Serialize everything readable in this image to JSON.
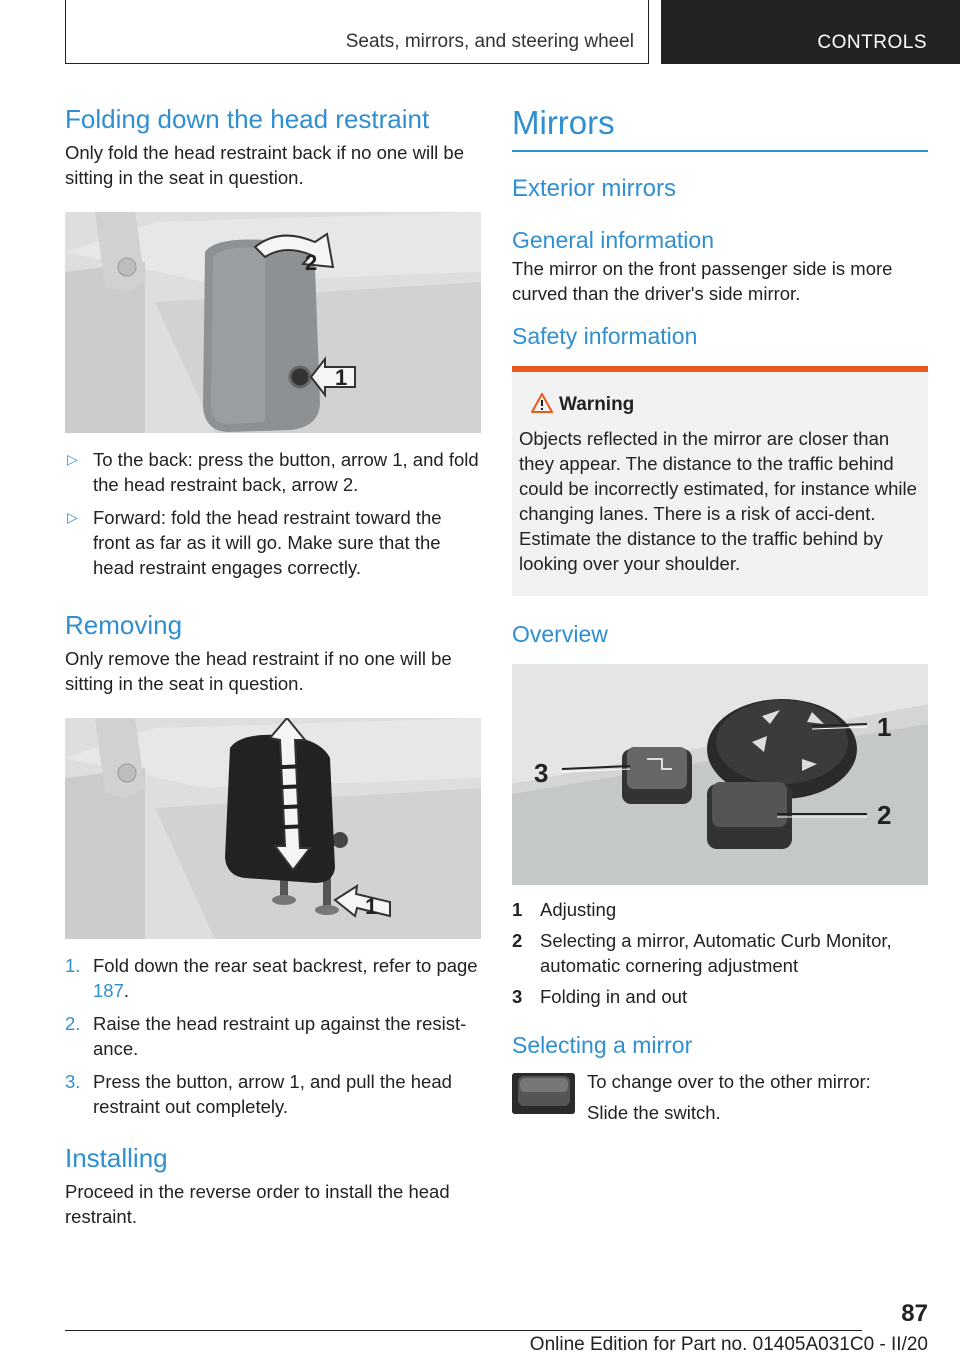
{
  "header": {
    "section": "Seats, mirrors, and steering wheel",
    "chapter": "CONTROLS"
  },
  "left": {
    "fold_heading": "Folding down the head restraint",
    "fold_intro": "Only fold the head restraint back if no one will be sitting in the seat in question.",
    "fold_image_labels": [
      "1",
      "2"
    ],
    "fold_steps": [
      "To the back: press the button, arrow 1, and fold the head restraint back, arrow 2.",
      "Forward: fold the head restraint toward the front as far as it will go. Make sure that the head restraint engages correctly."
    ],
    "remove_heading": "Removing",
    "remove_intro": "Only remove the head restraint if no one will be sitting in the seat in question.",
    "remove_image_labels": [
      "1"
    ],
    "remove_steps": [
      {
        "num": "1.",
        "text_before": "Fold down the rear seat backrest, refer to page ",
        "link": "187",
        "text_after": "."
      },
      {
        "num": "2.",
        "text": "Raise the head restraint up against the resist‐ance."
      },
      {
        "num": "3.",
        "text": "Press the button, arrow 1, and pull the head restraint out completely."
      }
    ],
    "install_heading": "Installing",
    "install_text": "Proceed in the reverse order to install the head restraint."
  },
  "right": {
    "mirrors_heading": "Mirrors",
    "exterior_heading": "Exterior mirrors",
    "general_heading": "General information",
    "general_text": "The mirror on the front passenger side is more curved than the driver's side mirror.",
    "safety_heading": "Safety information",
    "warning_title": "Warning",
    "warning_text": "Objects reflected in the mirror are closer than they appear. The distance to the traffic behind could be incorrectly estimated, for instance while changing lanes. There is a risk of acci‐dent. Estimate the distance to the traffic behind by looking over your shoulder.",
    "overview_heading": "Overview",
    "overview_image_labels": [
      "1",
      "2",
      "3"
    ],
    "legend": [
      {
        "key": "1",
        "text": "Adjusting"
      },
      {
        "key": "2",
        "text": "Selecting a mirror, Automatic Curb Monitor, automatic cornering adjustment"
      },
      {
        "key": "3",
        "text": "Folding in and out"
      }
    ],
    "selecting_heading": "Selecting a mirror",
    "selecting_lines": [
      "To change over to the other mirror:",
      "Slide the switch."
    ]
  },
  "footer": {
    "page_number": "87",
    "edition": "Online Edition for Part no. 01405A031C0 - II/20"
  },
  "colors": {
    "accent": "#2f8fd1",
    "warning_bar": "#e85a1e",
    "header_tab": "#222222"
  },
  "icons": {
    "list_marker": "▷",
    "warning": "warning-triangle-icon"
  }
}
